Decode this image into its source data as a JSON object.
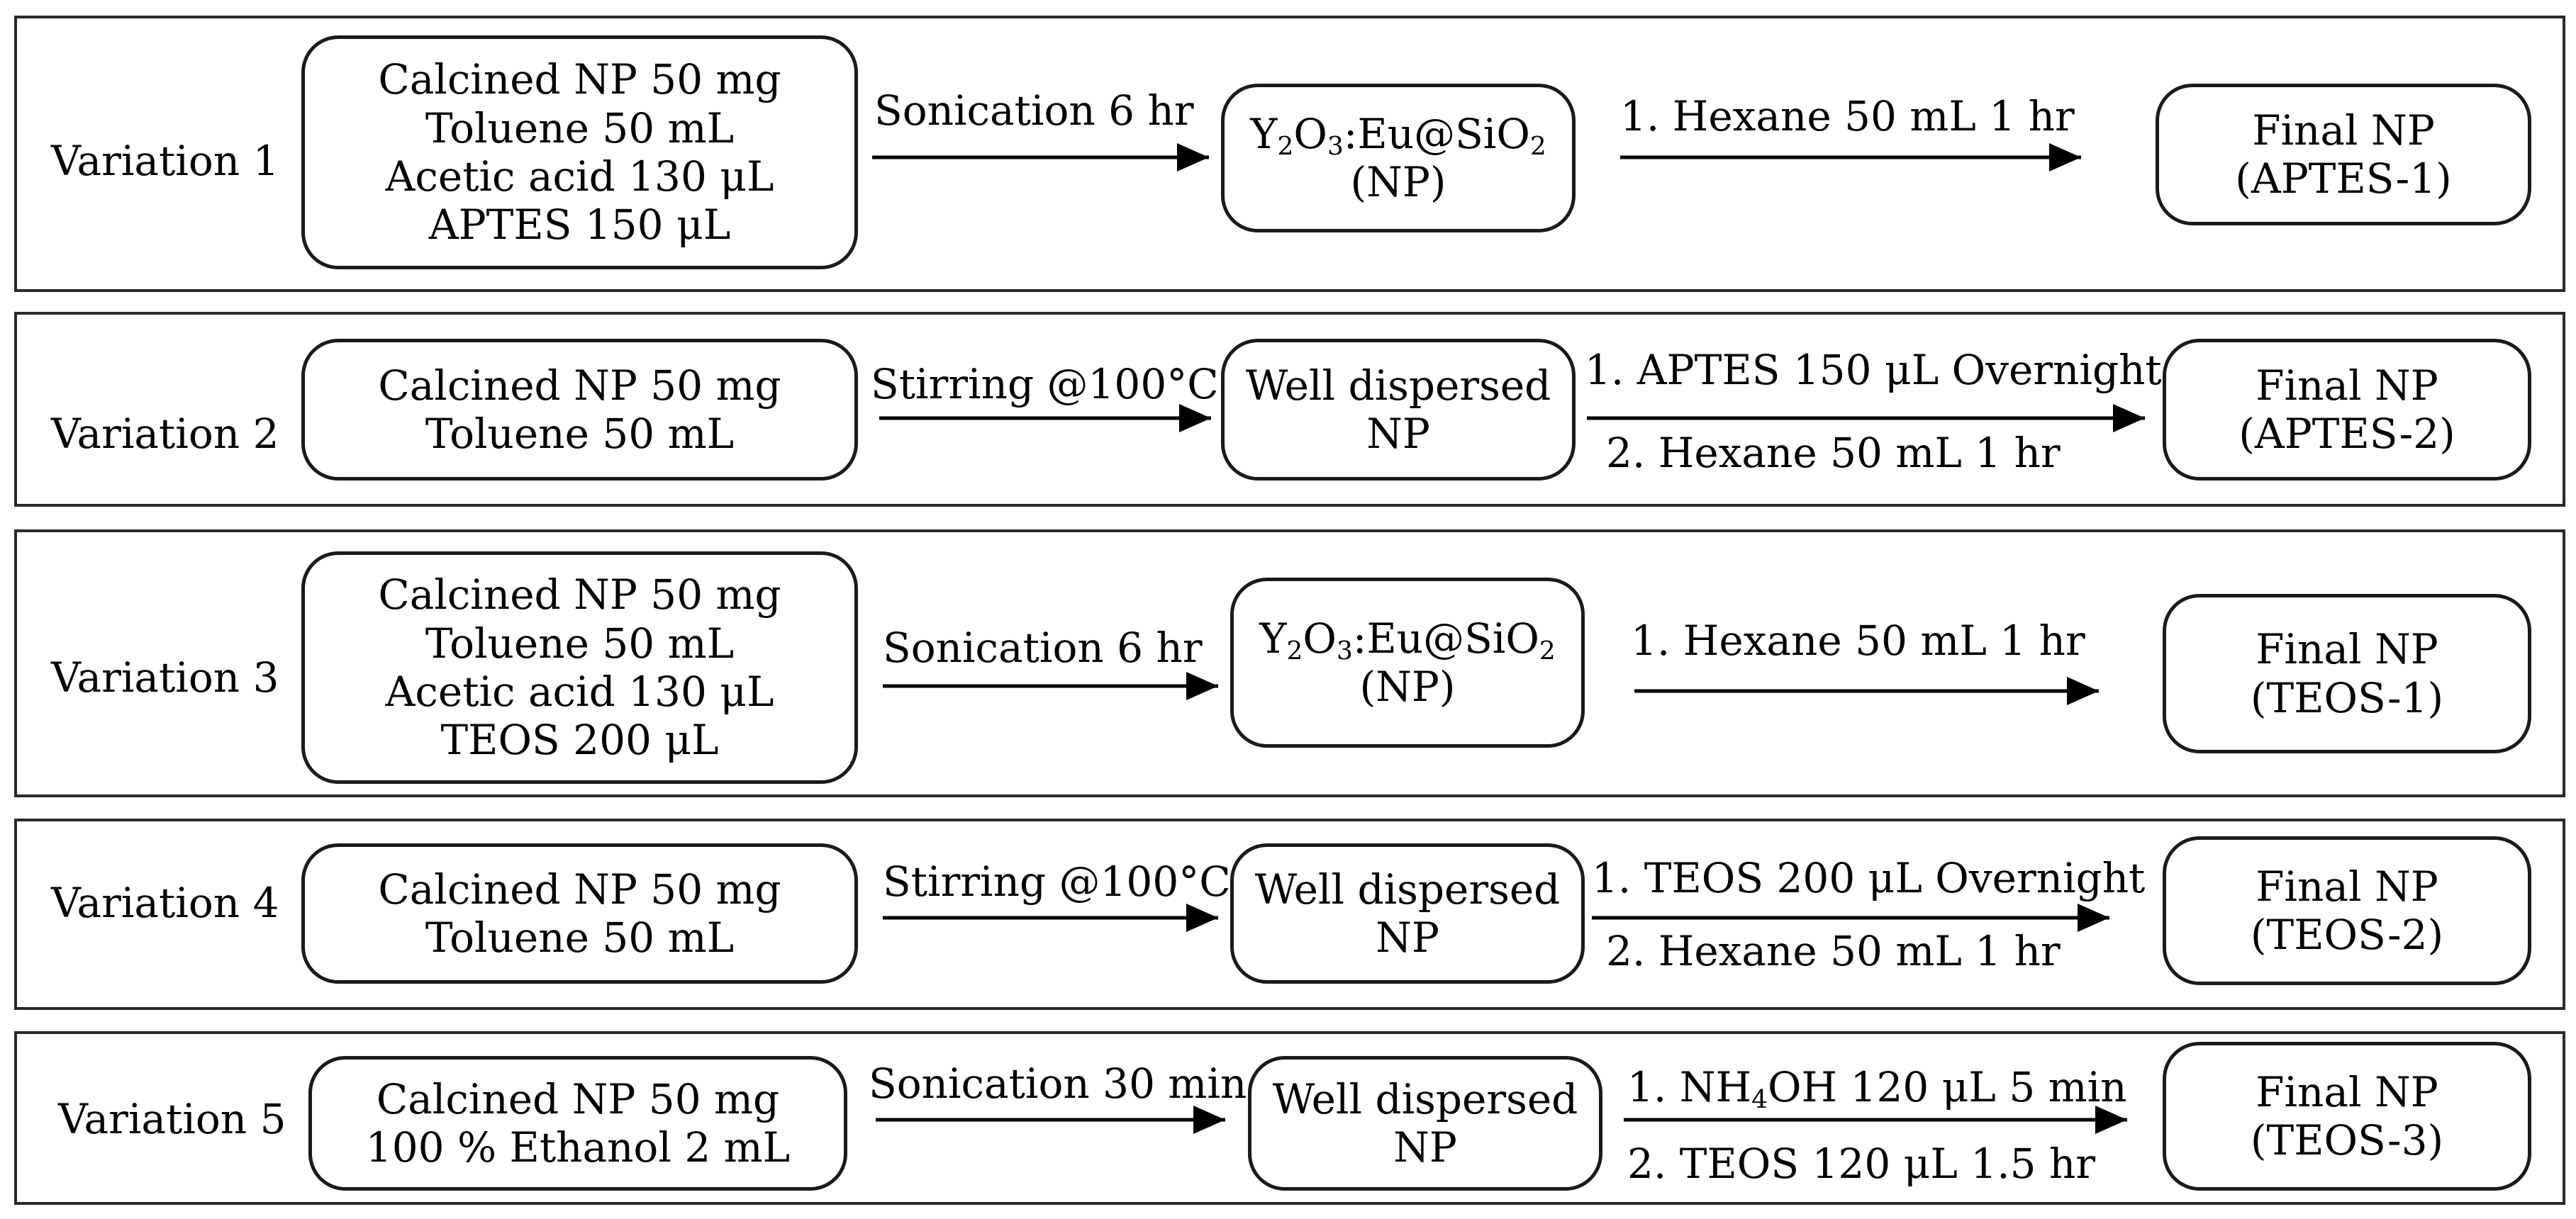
{
  "variations": [
    {
      "label": "Variation 1",
      "reagents": [
        "Calcined NP 50 mg",
        "Toluene 50 mL",
        "Acetic acid 130 μL",
        "APTES 150 μL"
      ],
      "arrow1_top": "Sonication 6 hr",
      "intermediate_lines": [
        "Y2O3:Eu@SiO2",
        "(NP)"
      ],
      "arrow2_top": "1. Hexane 50 mL 1 hr",
      "arrow2_bottom": "",
      "final_lines": [
        "Final NP",
        "(APTES-1)"
      ]
    },
    {
      "label": "Variation 2",
      "reagents": [
        "Calcined NP 50 mg",
        "Toluene 50 mL"
      ],
      "arrow1_top": "Stirring @100°C",
      "intermediate_lines": [
        "Well dispersed",
        "NP"
      ],
      "arrow2_top": "1. APTES 150 μL Overnight",
      "arrow2_bottom": "2. Hexane 50 mL 1 hr",
      "final_lines": [
        "Final NP",
        "(APTES-2)"
      ]
    },
    {
      "label": "Variation 3",
      "reagents": [
        "Calcined NP 50 mg",
        "Toluene 50 mL",
        "Acetic acid 130 μL",
        "TEOS 200 μL"
      ],
      "arrow1_top": "Sonication 6 hr",
      "intermediate_lines": [
        "Y2O3:Eu@SiO2",
        "(NP)"
      ],
      "arrow2_top": "1. Hexane 50 mL 1 hr",
      "arrow2_bottom": "",
      "final_lines": [
        "Final NP",
        "(TEOS-1)"
      ]
    },
    {
      "label": "Variation 4",
      "reagents": [
        "Calcined NP 50 mg",
        "Toluene 50 mL"
      ],
      "arrow1_top": "Stirring @100°C",
      "intermediate_lines": [
        "Well dispersed",
        "NP"
      ],
      "arrow2_top": "1. TEOS 200 μL Overnight",
      "arrow2_bottom": "2. Hexane 50 mL 1 hr",
      "final_lines": [
        "Final NP",
        "(TEOS-2)"
      ]
    },
    {
      "label": "Variation 5",
      "reagents": [
        "Calcined NP 50 mg",
        "100 % Ethanol 2 mL"
      ],
      "arrow1_top": "Sonication 30 min",
      "intermediate_lines": [
        "Well dispersed",
        "NP"
      ],
      "arrow2_top": "1. NH4OH 120 μL 5 min",
      "arrow2_bottom": "2. TEOS 120 μL 1.5 hr",
      "final_lines": [
        "Final NP",
        "(TEOS-3)"
      ]
    }
  ]
}
